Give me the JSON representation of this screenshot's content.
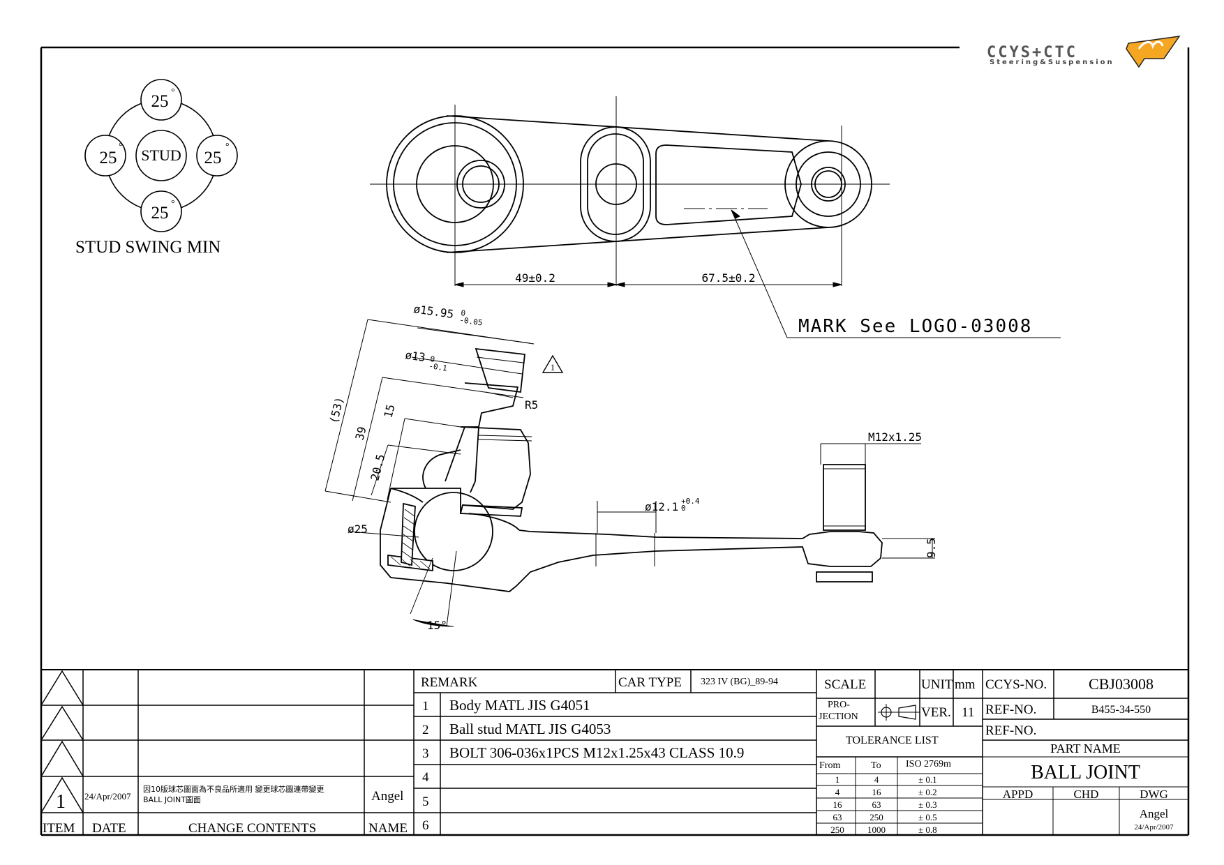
{
  "logo": {
    "brand": "CCYS+CTC",
    "tagline": "Steering&Suspension"
  },
  "swing": {
    "center_label": "STUD",
    "angles": [
      "25",
      "25",
      "25",
      "25"
    ],
    "degree_mark": "°",
    "caption": "STUD SWING MIN"
  },
  "dimensions": {
    "top_left_span": "49±0.2",
    "top_right_span": "67.5±0.2",
    "mark_note": "MARK See LOGO-03008",
    "stud_dia_top": "ø15.95",
    "stud_dia_top_tol": "-0.05",
    "stud_dia_top_tol0": "0",
    "stud_dia_mid": "ø13",
    "stud_dia_mid_tol": "-0.1",
    "stud_dia_mid_tol0": "0",
    "overall_height": "(53)",
    "height_39": "39",
    "height_15": "15",
    "height_205": "20.5",
    "radius": "R5",
    "ball_dia": "ø25",
    "angle_15": "15°",
    "shaft_dia": "ø12.1",
    "shaft_dia_tol": "+0.4",
    "shaft_dia_tol0": "0",
    "thread": "M12x1.25",
    "thickness": "9.5",
    "warning_glyph": "1"
  },
  "revision_table": {
    "headers": {
      "item": "ITEM",
      "date": "DATE",
      "contents": "CHANGE CONTENTS",
      "name": "NAME"
    },
    "rows": [
      {
        "item": "",
        "date": "",
        "contents": "",
        "name": ""
      },
      {
        "item": "",
        "date": "",
        "contents": "",
        "name": ""
      },
      {
        "item": "",
        "date": "",
        "contents": "",
        "name": ""
      },
      {
        "item": "1",
        "date": "24/Apr/2007",
        "contents_line1": "因10版球芯圖面為不良品所適用 變更球芯圖連帶變更",
        "contents_line2": "BALL JOINT圖面",
        "name": "Angel"
      }
    ]
  },
  "remark": {
    "label": "REMARK",
    "car_type_label": "CAR TYPE",
    "car_type_value": "323 IV (BG)_89-94",
    "items": [
      {
        "no": "1",
        "text": "Body MATL JIS G4051"
      },
      {
        "no": "2",
        "text": "Ball stud MATL JIS G4053"
      },
      {
        "no": "3",
        "text": "BOLT 306-036x1PCS M12x1.25x43 CLASS 10.9"
      },
      {
        "no": "4",
        "text": ""
      },
      {
        "no": "5",
        "text": ""
      },
      {
        "no": "6",
        "text": ""
      }
    ]
  },
  "spec": {
    "scale_label": "SCALE",
    "scale_value": "",
    "unit_label": "UNIT",
    "unit_value": "mm",
    "projection_label_1": "PRO-",
    "projection_label_2": "JECTION",
    "ver_label": "VER.",
    "ver_value": "11",
    "tolerance_title": "TOLERANCE LIST",
    "tol_headers": {
      "from": "From",
      "to": "To",
      "std": "ISO 2769m"
    },
    "tol_rows": [
      {
        "from": "1",
        "to": "4",
        "tol": "± 0.1"
      },
      {
        "from": "4",
        "to": "16",
        "tol": "± 0.2"
      },
      {
        "from": "16",
        "to": "63",
        "tol": "± 0.3"
      },
      {
        "from": "63",
        "to": "250",
        "tol": "± 0.5"
      },
      {
        "from": "250",
        "to": "1000",
        "tol": "± 0.8"
      }
    ]
  },
  "title_block": {
    "ccys_no_label": "CCYS-NO.",
    "ccys_no_value": "CBJ03008",
    "ref_no_label_1": "REF-NO.",
    "ref_no_value_1": "B455-34-550",
    "ref_no_label_2": "REF-NO.",
    "ref_no_value_2": "",
    "part_name_label": "PART NAME",
    "part_name_value": "BALL JOINT",
    "appd": "APPD",
    "chd": "CHD",
    "dwg": "DWG",
    "dwg_name": "Angel",
    "dwg_date": "24/Apr/2007"
  }
}
